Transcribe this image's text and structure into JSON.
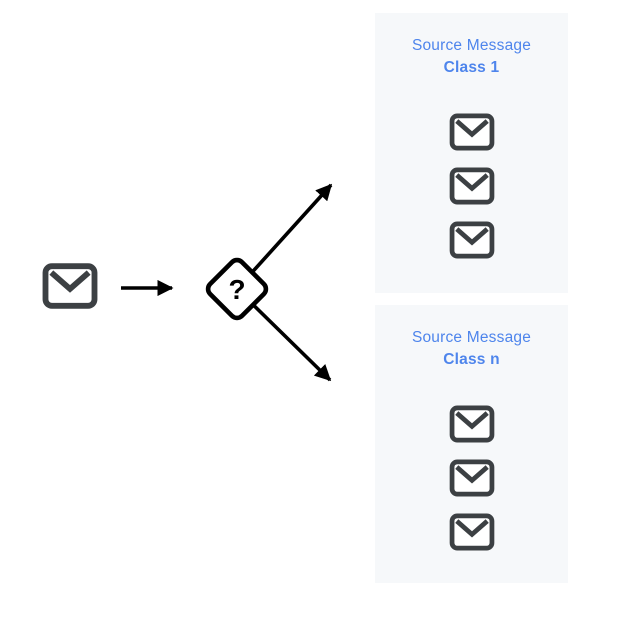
{
  "diagram": {
    "description": "Message classification flow",
    "colors": {
      "accent_blue": "#4e85ec",
      "icon_gray": "#3c4043",
      "box_background": "#f6f8fa",
      "arrow_black": "#000000"
    },
    "input": {
      "icon": "envelope-icon"
    },
    "classifier": {
      "symbol": "?",
      "shape": "diamond"
    },
    "classes": [
      {
        "title_line1": "Source Message",
        "title_line2": "Class 1",
        "envelope_count": 3
      },
      {
        "title_line1": "Source Message",
        "title_line2": "Class n",
        "envelope_count": 3
      }
    ]
  }
}
